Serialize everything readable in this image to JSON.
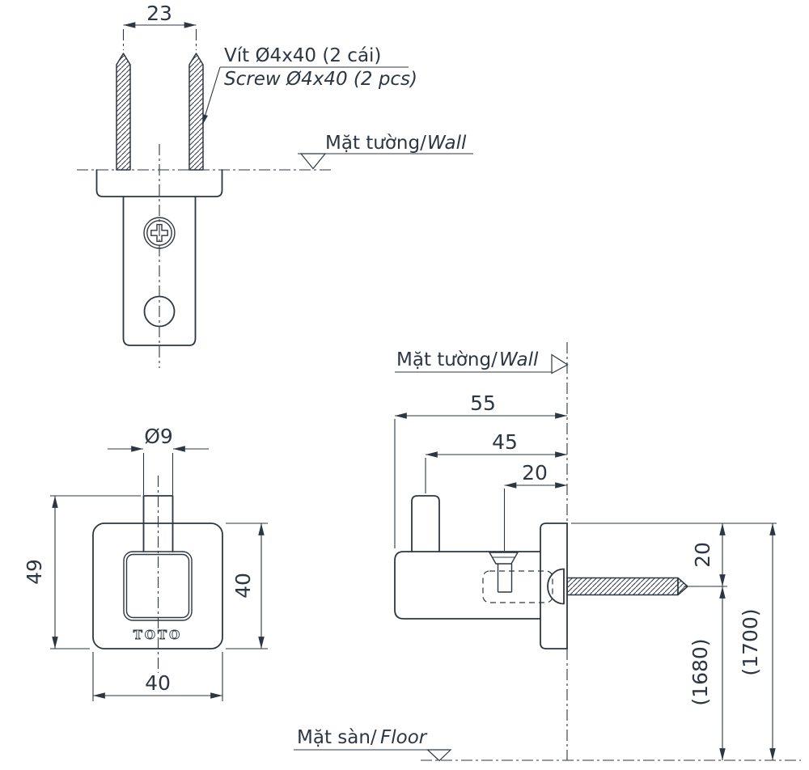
{
  "brand": "TOTO",
  "colors": {
    "line": "#2d3743",
    "background": "#ffffff"
  },
  "notes": {
    "screw_note_vi": "Vít Ø4x40 (2 cái)",
    "screw_note_en": "Screw Ø4x40 (2 pcs)"
  },
  "labels": {
    "wall_vi": "Mặt tường/",
    "wall_en": "Wall",
    "floor_vi": "Mặt sàn/",
    "floor_en": "Floor"
  },
  "dims": {
    "screw_spacing": "23",
    "peg_diameter": "Ø9",
    "overall_height": "49",
    "plate_height": "40",
    "plate_width": "40",
    "depth_total": "55",
    "depth_peg_center": "45",
    "depth_screw_center": "20",
    "drop_to_axis": "20",
    "height_axis": "(1680)",
    "height_top": "(1700)"
  }
}
